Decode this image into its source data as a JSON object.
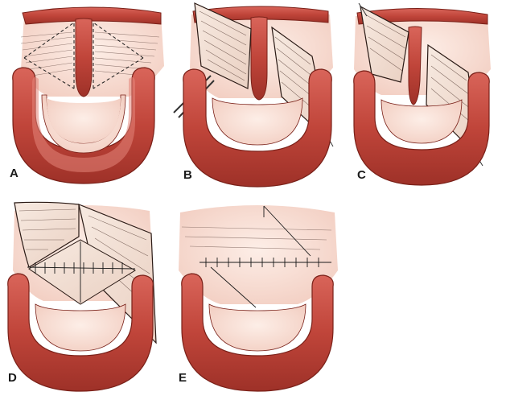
{
  "figure": {
    "panels": [
      {
        "label": "A",
        "step": "incision-lines"
      },
      {
        "label": "B",
        "step": "flaps-raised"
      },
      {
        "label": "C",
        "step": "flaps-transposed"
      },
      {
        "label": "D",
        "step": "partial-closure"
      },
      {
        "label": "E",
        "step": "final-closure"
      }
    ],
    "colors": {
      "muscle": "#c0453a",
      "muscle_highlight": "#e08a80",
      "muscle_dark": "#8a2a22",
      "mucosa": "#f8ddd3",
      "mucosa_light": "#fbe9e1",
      "flap": "#f4e3d8",
      "ink": "#2a1a15"
    }
  }
}
